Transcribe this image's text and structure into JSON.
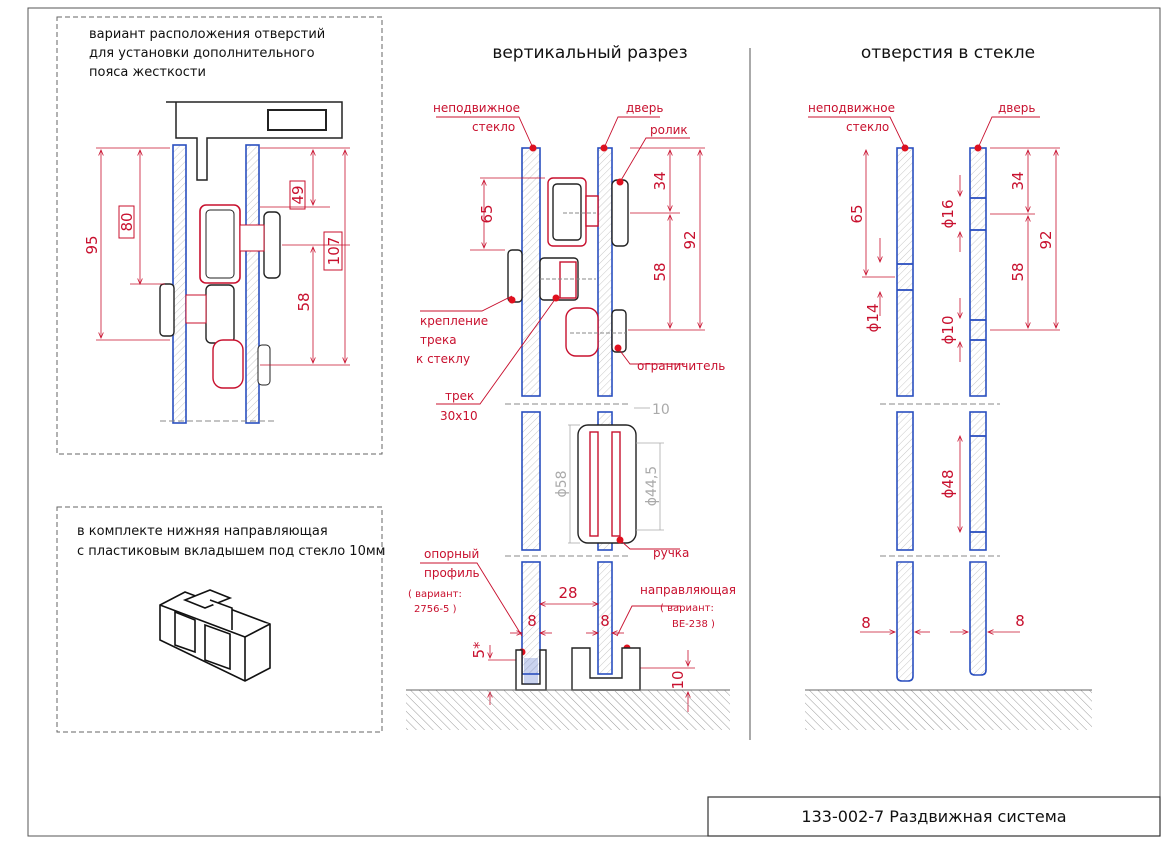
{
  "colors": {
    "ink": "#111111",
    "red": "#c8102e",
    "glass": "#2a4fbf"
  },
  "left_panel": {
    "note_lines": [
      "вариант расположения отверстий",
      "для установки дополнительного",
      "пояса жесткости"
    ],
    "dims": {
      "d95": "95",
      "d80": "80",
      "d49": "49",
      "d107": "107",
      "d58": "58"
    }
  },
  "kit_panel": {
    "lines": [
      "в комплекте нижняя направляющая",
      "с пластиковым вкладышем под стекло 10мм"
    ]
  },
  "section": {
    "title": "вертикальный разрез",
    "labels": {
      "fixed_glass_1": "неподвижное",
      "fixed_glass_2": "стекло",
      "door": "дверь",
      "roller": "ролик",
      "mount_1": "крепление",
      "mount_2": "трека",
      "mount_3": "к стеклу",
      "track_1": "трек",
      "track_2": "30x10",
      "limiter": "ограничитель",
      "handle": "ручка",
      "support_1": "опорный",
      "support_2": "профиль",
      "support_3": "( вариант:",
      "support_4": "2756-5 )",
      "guide_1": "направляющая",
      "guide_2": "( вариант:",
      "guide_3": "BE-238 )"
    },
    "dims": {
      "d65": "65",
      "d34": "34",
      "d92": "92",
      "d58": "58",
      "d10top": "10",
      "d58dia": "ϕ58",
      "d445": "ϕ44,5",
      "d28": "28",
      "d8a": "8",
      "d8b": "8",
      "d5": "5*",
      "d10": "10"
    }
  },
  "holes": {
    "title": "отверстия в стекле",
    "labels": {
      "fixed_glass_1": "неподвижное",
      "fixed_glass_2": "стекло",
      "door": "дверь"
    },
    "dims": {
      "d65": "65",
      "d16": "ϕ16",
      "d34": "34",
      "d92": "92",
      "d14": "ϕ14",
      "d58": "58",
      "d10": "ϕ10",
      "d48": "ϕ48",
      "d8a": "8",
      "d8b": "8"
    }
  },
  "title_block": {
    "text": "133-002-7   Раздвижная система"
  }
}
